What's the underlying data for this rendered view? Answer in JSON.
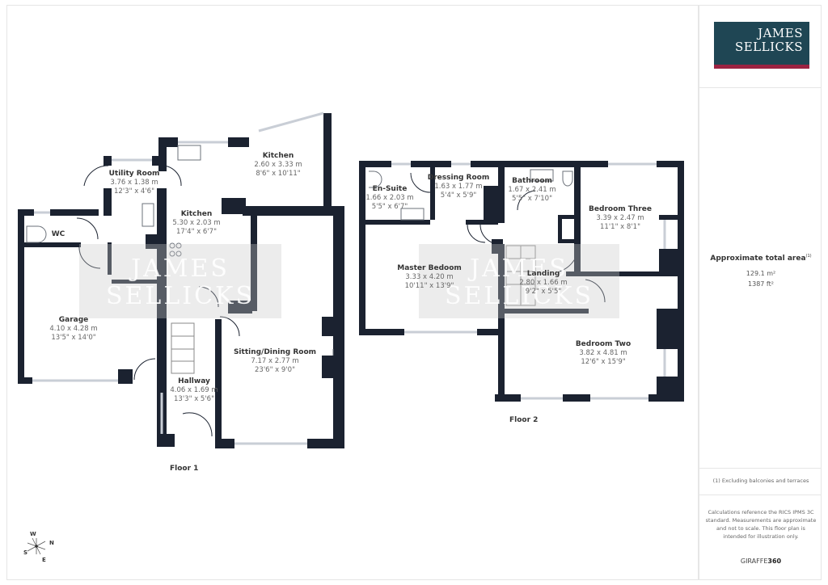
{
  "brand": {
    "logo_line1": "JAMES",
    "logo_line2": "SELLICKS",
    "logo_bg": "#1f4654",
    "logo_accent": "#9b2342",
    "watermark_line1": "JAMES",
    "watermark_line2": "SELLICKS"
  },
  "summary": {
    "area_title": "Approximate total area",
    "area_footnote_mark": "(1)",
    "area_m2": "129.1 m²",
    "area_ft2": "1387 ft²",
    "footnote": "(1) Excluding balconies and terraces",
    "disclaimer": "Calculations reference the RICS IPMS 3C standard. Measurements are approximate and not to scale. This floor plan is intended for illustration only.",
    "provider_a": "GIRAFFE",
    "provider_b": "360"
  },
  "floors": [
    {
      "label": "Floor 1",
      "rooms": [
        {
          "name": "Utility Room",
          "metric": "3.76 x 1.38 m",
          "imperial": "12'3\" x 4'6\""
        },
        {
          "name": "WC",
          "metric": "",
          "imperial": ""
        },
        {
          "name": "Kitchen",
          "metric": "2.60 x 3.33 m",
          "imperial": "8'6\" x 10'11\""
        },
        {
          "name": "Kitchen",
          "metric": "5.30 x 2.03 m",
          "imperial": "17'4\" x 6'7\""
        },
        {
          "name": "Garage",
          "metric": "4.10 x 4.28 m",
          "imperial": "13'5\" x 14'0\""
        },
        {
          "name": "Sitting/Dining Room",
          "metric": "7.17 x 2.77 m",
          "imperial": "23'6\" x 9'0\""
        },
        {
          "name": "Hallway",
          "metric": "4.06 x 1.69 m",
          "imperial": "13'3\" x 5'6\""
        }
      ]
    },
    {
      "label": "Floor 2",
      "rooms": [
        {
          "name": "En-Suite",
          "metric": "1.66 x 2.03 m",
          "imperial": "5'5\" x 6'7\""
        },
        {
          "name": "Dressing Room",
          "metric": "1.63 x 1.77 m",
          "imperial": "5'4\" x 5'9\""
        },
        {
          "name": "Bathroom",
          "metric": "1.67 x 2.41 m",
          "imperial": "5'5\" x 7'10\""
        },
        {
          "name": "Bedroom Three",
          "metric": "3.39 x 2.47 m",
          "imperial": "11'1\" x 8'1\""
        },
        {
          "name": "Master Bedoom",
          "metric": "3.33 x 4.20 m",
          "imperial": "10'11\" x 13'9\""
        },
        {
          "name": "Landing",
          "metric": "2.80 x 1.66 m",
          "imperial": "9'2\" x 5'5\""
        },
        {
          "name": "Bedroom Two",
          "metric": "3.82 x 4.81 m",
          "imperial": "12'6\" x 15'9\""
        }
      ]
    }
  ],
  "compass": {
    "w": "W",
    "n": "N",
    "s": "S",
    "e": "E"
  },
  "colors": {
    "wall": "#1b2230",
    "window": "#c9ced6",
    "fixture": "#6b717a"
  }
}
